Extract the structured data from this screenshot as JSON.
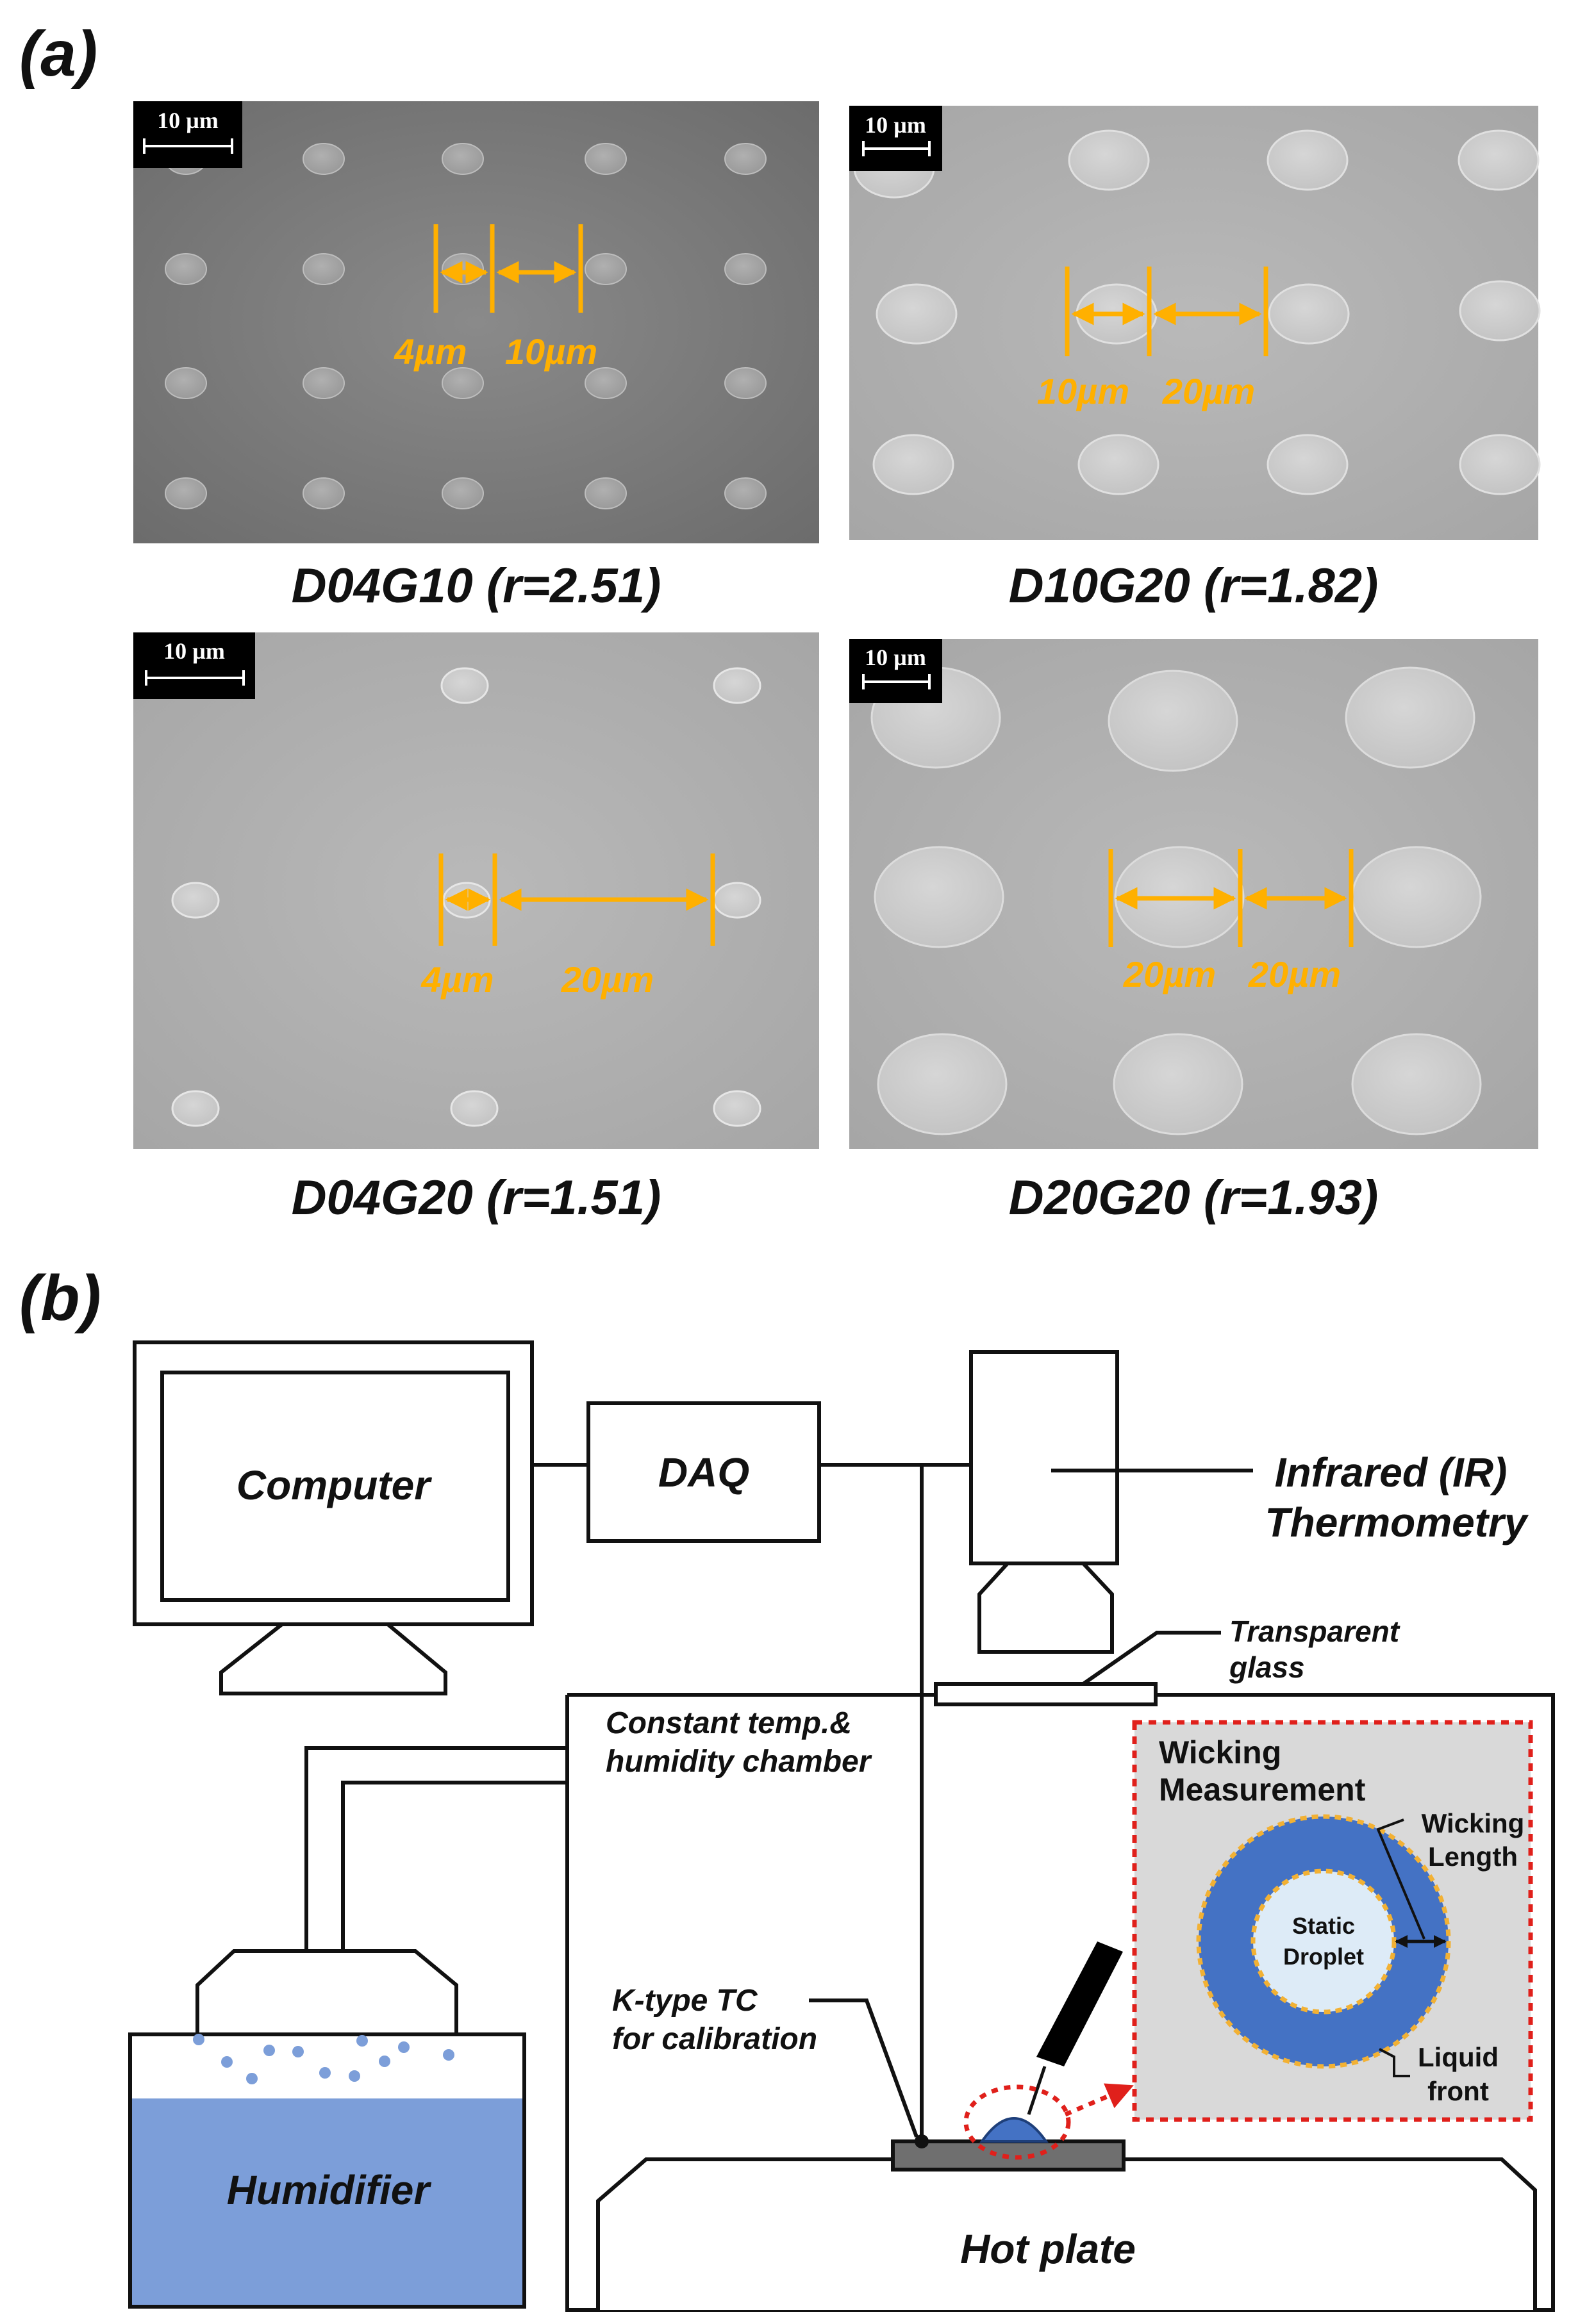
{
  "panel_a": {
    "label": "(a)",
    "images": [
      {
        "scale": "10 µm",
        "dims": [
          "4µm",
          "10µm"
        ],
        "caption": "D04G10 (r=2.51)"
      },
      {
        "scale": "10 µm",
        "dims": [
          "10µm",
          "20µm"
        ],
        "caption": "D10G20 (r=1.82)"
      },
      {
        "scale": "10 µm",
        "dims": [
          "4µm",
          "20µm"
        ],
        "caption": "D04G20 (r=1.51)"
      },
      {
        "scale": "10 µm",
        "dims": [
          "20µm",
          "20µm"
        ],
        "caption": "D20G20 (r=1.93)"
      }
    ]
  },
  "panel_b": {
    "label": "(b)",
    "computer": "Computer",
    "daq": "DAQ",
    "ir": [
      "Infrared (IR)",
      "Thermometry"
    ],
    "glass": [
      "Transparent",
      "glass"
    ],
    "chamber": [
      "Constant temp.&",
      "humidity chamber"
    ],
    "humidifier": "Humidifier",
    "tc": [
      "K-type TC",
      "for calibration"
    ],
    "hotplate": "Hot plate",
    "inset": {
      "title": [
        "Wicking",
        "Measurement"
      ],
      "wicking_length": [
        "Wicking",
        "Length"
      ],
      "droplet": [
        "Static",
        "Droplet"
      ],
      "liquid_front": [
        "Liquid",
        "front"
      ]
    }
  },
  "colors": {
    "dimension": "#FFB000",
    "water": "#7C9ED9",
    "wicking_ring": "#4472C4",
    "droplet_core": "#DDEBF7",
    "inset_bg": "#D9D9D9",
    "inset_border": "#E0201B",
    "liquid_front": "#F2B134"
  }
}
